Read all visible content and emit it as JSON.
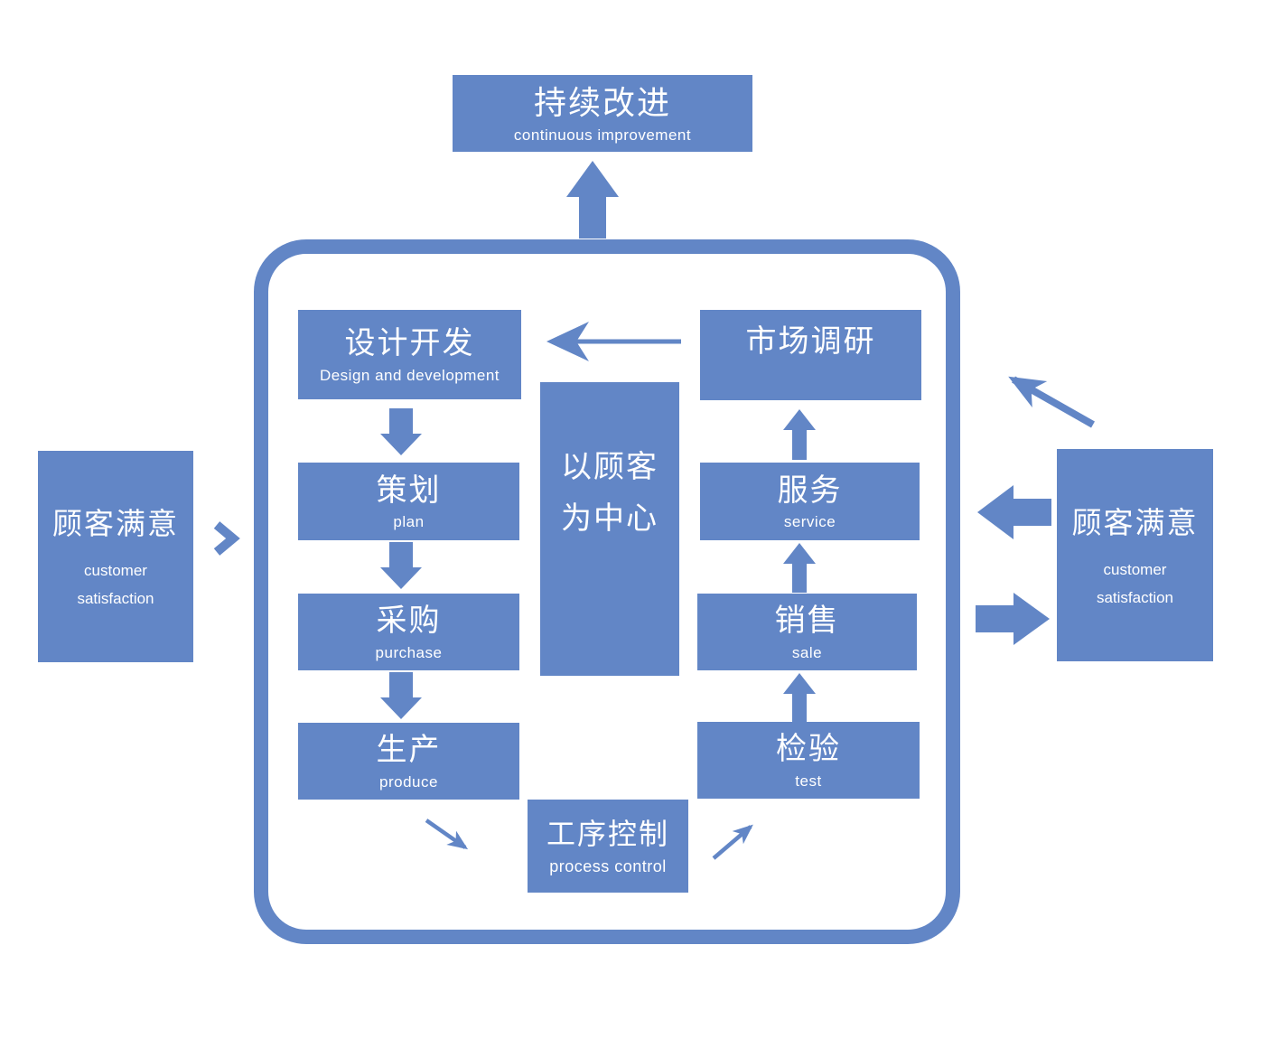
{
  "colors": {
    "primary": "#6286c6",
    "text_on_primary": "#ffffff",
    "background": "#ffffff"
  },
  "top_box": {
    "title": "持续改进",
    "subtitle": "continuous improvement"
  },
  "flow": {
    "design": {
      "title": "设计开发",
      "subtitle": "Design and development"
    },
    "plan": {
      "title": "策划",
      "subtitle": "plan"
    },
    "purchase": {
      "title": "采购",
      "subtitle": "purchase"
    },
    "produce": {
      "title": "生产",
      "subtitle": "produce"
    },
    "market": {
      "title": "市场调研"
    },
    "service": {
      "title": "服务",
      "subtitle": "service"
    },
    "sale": {
      "title": "销售",
      "subtitle": "sale"
    },
    "test": {
      "title": "检验",
      "subtitle": "test"
    },
    "center": {
      "line1": "以顾客",
      "line2": "为中心"
    },
    "process": {
      "title": "工序控制",
      "subtitle": "process control"
    }
  },
  "satisfaction_left": {
    "title": "顾客满意",
    "subtitle_line1": "customer",
    "subtitle_line2": "satisfaction"
  },
  "satisfaction_right": {
    "title": "顾客满意",
    "subtitle_line1": "customer",
    "subtitle_line2": "satisfaction"
  }
}
